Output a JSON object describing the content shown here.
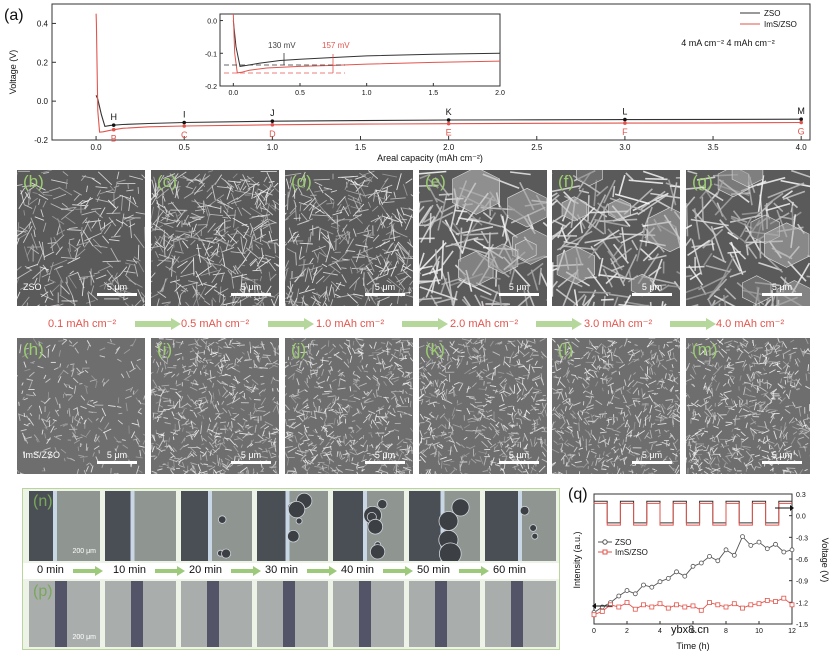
{
  "panel_a": {
    "label": "(a)",
    "legend": [
      {
        "name": "ZSO",
        "color": "#333333"
      },
      {
        "name": "ImS/ZSO",
        "color": "#e2554d"
      }
    ],
    "conditions": "4 mA cm⁻²  4 mAh cm⁻²",
    "inset_annotations": [
      "130 mV",
      "157 mV"
    ],
    "points_zso": [
      "H",
      "I",
      "J",
      "K",
      "L",
      "M"
    ],
    "points_ims": [
      "B",
      "C",
      "D",
      "E",
      "F",
      "G"
    ]
  },
  "chart_data": [
    {
      "type": "line",
      "id": "voltage-profile",
      "xlabel": "Areal capacity (mAh cm⁻²)",
      "ylabel": "Voltage (V)",
      "xlim": [
        -0.25,
        4.05
      ],
      "ylim": [
        -0.2,
        0.5
      ],
      "x_ticks": [
        "0.0",
        "0.5",
        "1.0",
        "1.5",
        "2.0",
        "2.5",
        "3.0",
        "3.5",
        "4.0"
      ],
      "y_ticks": [
        "0.4",
        "0.2",
        "0.0",
        "-0.2"
      ],
      "series": [
        {
          "name": "ZSO",
          "color": "#333333",
          "x": [
            0,
            0.01,
            0.03,
            0.05,
            0.08,
            0.15,
            0.3,
            0.5,
            1.0,
            1.5,
            2.0,
            2.5,
            3.0,
            3.5,
            4.0
          ],
          "y": [
            0.03,
            0.01,
            -0.07,
            -0.13,
            -0.125,
            -0.12,
            -0.115,
            -0.11,
            -0.103,
            -0.1,
            -0.097,
            -0.096,
            -0.095,
            -0.094,
            -0.093
          ]
        },
        {
          "name": "ImS/ZSO",
          "color": "#e2554d",
          "x": [
            0,
            0.002,
            0.005,
            0.01,
            0.02,
            0.04,
            0.08,
            0.15,
            0.3,
            0.5,
            1.0,
            1.5,
            2.0,
            2.5,
            3.0,
            3.5,
            4.0
          ],
          "y": [
            0.45,
            0.4,
            0.2,
            -0.05,
            -0.16,
            -0.158,
            -0.15,
            -0.14,
            -0.132,
            -0.128,
            -0.122,
            -0.118,
            -0.116,
            -0.114,
            -0.113,
            -0.112,
            -0.11
          ]
        }
      ]
    },
    {
      "type": "line",
      "id": "voltage-inset",
      "xlim": [
        -0.1,
        2.0
      ],
      "ylim": [
        -0.2,
        0.02
      ],
      "x_ticks": [
        "0.0",
        "0.5",
        "1.0",
        "1.5",
        "2.0"
      ],
      "y_ticks": [
        "0.0",
        "-0.1",
        "-0.2"
      ],
      "series": [
        {
          "name": "ZSO",
          "color": "#333333",
          "x": [
            0,
            0.02,
            0.05,
            0.1,
            0.2,
            0.35,
            0.5,
            0.75,
            1.0,
            1.5,
            2.0
          ],
          "y": [
            0.0,
            -0.08,
            -0.14,
            -0.137,
            -0.13,
            -0.122,
            -0.118,
            -0.113,
            -0.108,
            -0.103,
            -0.1
          ]
        },
        {
          "name": "ImS/ZSO",
          "color": "#e2554d",
          "x": [
            0,
            0.01,
            0.03,
            0.06,
            0.12,
            0.25,
            0.5,
            0.75,
            1.0,
            1.5,
            2.0
          ],
          "y": [
            0.02,
            -0.1,
            -0.16,
            -0.158,
            -0.152,
            -0.145,
            -0.14,
            -0.137,
            -0.133,
            -0.128,
            -0.124
          ]
        }
      ]
    },
    {
      "type": "line",
      "id": "panel-q",
      "xlabel": "Time (h)",
      "ylabel_left": "Intensity (a.u.)",
      "ylabel_right": "Voltage (V)",
      "xlim": [
        0,
        12
      ],
      "y2lim": [
        -1.5,
        0.3
      ],
      "x_ticks": [
        "0",
        "2",
        "4",
        "6",
        "8",
        "10",
        "12"
      ],
      "y2_ticks": [
        "0.3",
        "0.0",
        "-0.3",
        "-0.6",
        "-0.9",
        "-1.2",
        "-1.5"
      ],
      "voltage_square_wave": {
        "period_h": 1.6,
        "high": 0.2,
        "low": -0.1
      },
      "series": [
        {
          "name": "ZSO",
          "color": "#555555",
          "x": [
            0,
            0.5,
            1,
            1.5,
            2,
            2.5,
            3,
            3.5,
            4,
            4.5,
            5,
            5.5,
            6,
            6.5,
            7,
            7.5,
            8,
            8.5,
            9,
            9.5,
            10,
            10.5,
            11,
            11.5,
            12
          ],
          "y": [
            0.05,
            0.1,
            0.14,
            0.2,
            0.25,
            0.22,
            0.3,
            0.28,
            0.33,
            0.36,
            0.42,
            0.38,
            0.47,
            0.5,
            0.56,
            0.52,
            0.62,
            0.57,
            0.74,
            0.66,
            0.69,
            0.63,
            0.67,
            0.6,
            0.62
          ]
        },
        {
          "name": "ImS/ZSO",
          "color": "#e2554d",
          "x": [
            0,
            0.5,
            1,
            1.5,
            2,
            2.5,
            3,
            3.5,
            4,
            4.5,
            5,
            5.5,
            6,
            6.5,
            7,
            7.5,
            8,
            8.5,
            9,
            9.5,
            10,
            10.5,
            11,
            11.5,
            12
          ],
          "y": [
            0.03,
            0.06,
            0.12,
            0.1,
            0.14,
            0.08,
            0.12,
            0.1,
            0.13,
            0.09,
            0.12,
            0.1,
            0.11,
            0.07,
            0.14,
            0.12,
            0.1,
            0.13,
            0.09,
            0.12,
            0.13,
            0.16,
            0.15,
            0.18,
            0.12
          ]
        }
      ]
    }
  ],
  "sem_top": [
    {
      "letter": "(b)",
      "tag": "ZSO",
      "scale": "5 μm"
    },
    {
      "letter": "(c)",
      "tag": "",
      "scale": "5 μm"
    },
    {
      "letter": "(d)",
      "tag": "",
      "scale": "5 μm"
    },
    {
      "letter": "(e)",
      "tag": "",
      "scale": "5 μm"
    },
    {
      "letter": "(f)",
      "tag": "",
      "scale": "5 μm"
    },
    {
      "letter": "(g)",
      "tag": "",
      "scale": "5 μm"
    }
  ],
  "sem_bottom": [
    {
      "letter": "(h)",
      "tag": "ImS/ZSO",
      "scale": "5 μm"
    },
    {
      "letter": "(i)",
      "tag": "",
      "scale": "5 μm"
    },
    {
      "letter": "(j)",
      "tag": "",
      "scale": "5 μm"
    },
    {
      "letter": "(k)",
      "tag": "",
      "scale": "5 μm"
    },
    {
      "letter": "(l)",
      "tag": "",
      "scale": "5 μm"
    },
    {
      "letter": "(m)",
      "tag": "",
      "scale": "5 μm"
    }
  ],
  "capacity_steps": [
    "0.1 mAh cm⁻²",
    "0.5 mAh cm⁻²",
    "1.0 mAh cm⁻²",
    "2.0 mAh cm⁻²",
    "3.0 mAh cm⁻²",
    "4.0 mAh cm⁻²"
  ],
  "optical": {
    "label_n": "(n)",
    "label_p": "(p)",
    "scale": "200 μm",
    "times": [
      "0 min",
      "10 min",
      "20 min",
      "30 min",
      "40 min",
      "50 min",
      "60 min"
    ]
  },
  "panel_q": {
    "label": "(q)",
    "legend": [
      "ZSO",
      "ImS/ZSO"
    ]
  },
  "watermark": "ybx8.cn",
  "colors": {
    "red": "#e2554d",
    "dark": "#333333",
    "green_frame": "#b9d59c",
    "green_arrow": "#9cc97a"
  }
}
